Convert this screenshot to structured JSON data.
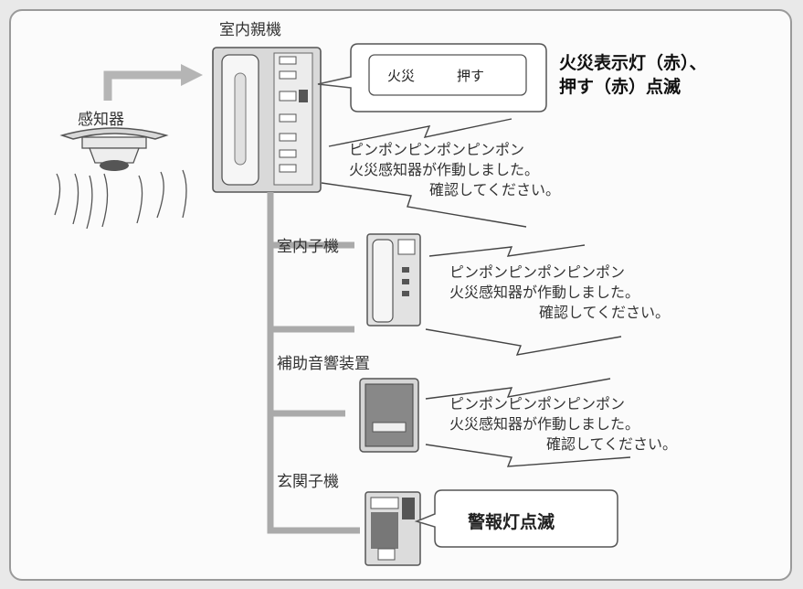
{
  "labels": {
    "main_unit": "室内親機",
    "sensor": "感知器",
    "sub_unit": "室内子機",
    "aux_sound": "補助音響装置",
    "entrance": "玄関子機"
  },
  "panel_buttons": {
    "fire": "火災",
    "push": "押す"
  },
  "fire_indicator": {
    "line1": "火災表示灯（赤）、",
    "line2": "押す（赤）点滅"
  },
  "message": {
    "line1": "ピンポンピンポンピンポン",
    "line2": "火災感知器が作動しました。",
    "line3": "確認してください。"
  },
  "alarm_label": "警報灯点滅",
  "colors": {
    "stroke": "#555555",
    "fill_gray": "#c9c9c9",
    "dark": "#3a3a3a"
  }
}
